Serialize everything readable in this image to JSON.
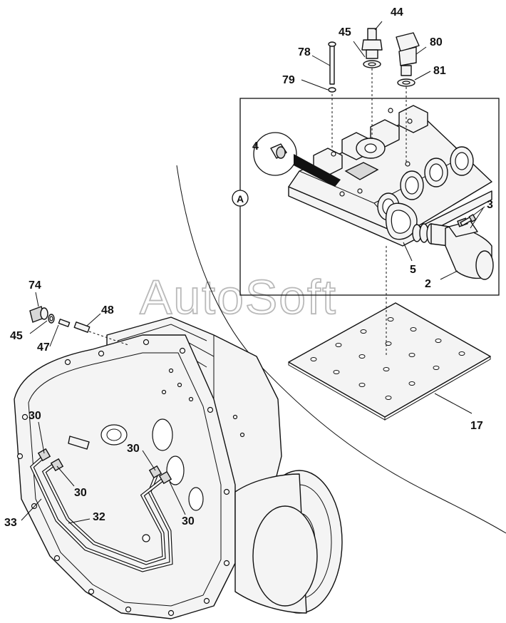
{
  "diagram": {
    "watermark": "AutoSoft",
    "view_marker": "A",
    "callouts": [
      {
        "id": "c44",
        "text": "44"
      },
      {
        "id": "c45a",
        "text": "45"
      },
      {
        "id": "c80",
        "text": "80"
      },
      {
        "id": "c78",
        "text": "78"
      },
      {
        "id": "c81",
        "text": "81"
      },
      {
        "id": "c79",
        "text": "79"
      },
      {
        "id": "c4",
        "text": "4"
      },
      {
        "id": "c3",
        "text": "3"
      },
      {
        "id": "c5",
        "text": "5"
      },
      {
        "id": "c2",
        "text": "2"
      },
      {
        "id": "c74",
        "text": "74"
      },
      {
        "id": "c48",
        "text": "48"
      },
      {
        "id": "c45b",
        "text": "45"
      },
      {
        "id": "c47",
        "text": "47"
      },
      {
        "id": "c17",
        "text": "17"
      },
      {
        "id": "c30a",
        "text": "30"
      },
      {
        "id": "c30b",
        "text": "30"
      },
      {
        "id": "c30c",
        "text": "30"
      },
      {
        "id": "c30d",
        "text": "30"
      },
      {
        "id": "c33",
        "text": "33"
      },
      {
        "id": "c32",
        "text": "32"
      }
    ]
  }
}
